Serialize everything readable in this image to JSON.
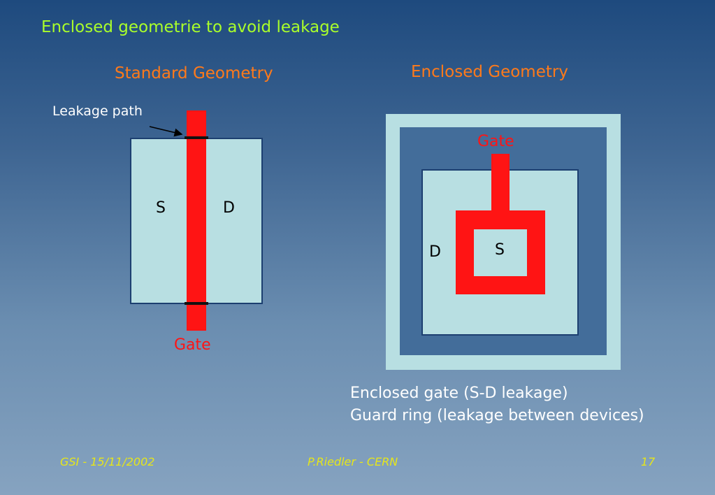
{
  "slide": {
    "title": "Enclosed geometrie to avoid leakage"
  },
  "standard": {
    "heading": "Standard Geometry",
    "leakage_label": "Leakage path",
    "source_label": "S",
    "drain_label": "D",
    "gate_label": "Gate"
  },
  "enclosed": {
    "heading": "Enclosed Geometry",
    "gate_label": "Gate",
    "drain_label": "D",
    "source_label": "S"
  },
  "description": {
    "line1": "Enclosed gate (S-D leakage)",
    "line2": "Guard ring (leakage between devices)"
  },
  "footer": {
    "left": "GSI - 15/11/2002",
    "center": "P.Riedler - CERN",
    "right": "17"
  },
  "colors": {
    "title": "#aaff2a",
    "heading": "#ff7a1a",
    "gate": "#ff1414",
    "active_area": "#b8dfe2",
    "footer": "#e6e61a"
  }
}
